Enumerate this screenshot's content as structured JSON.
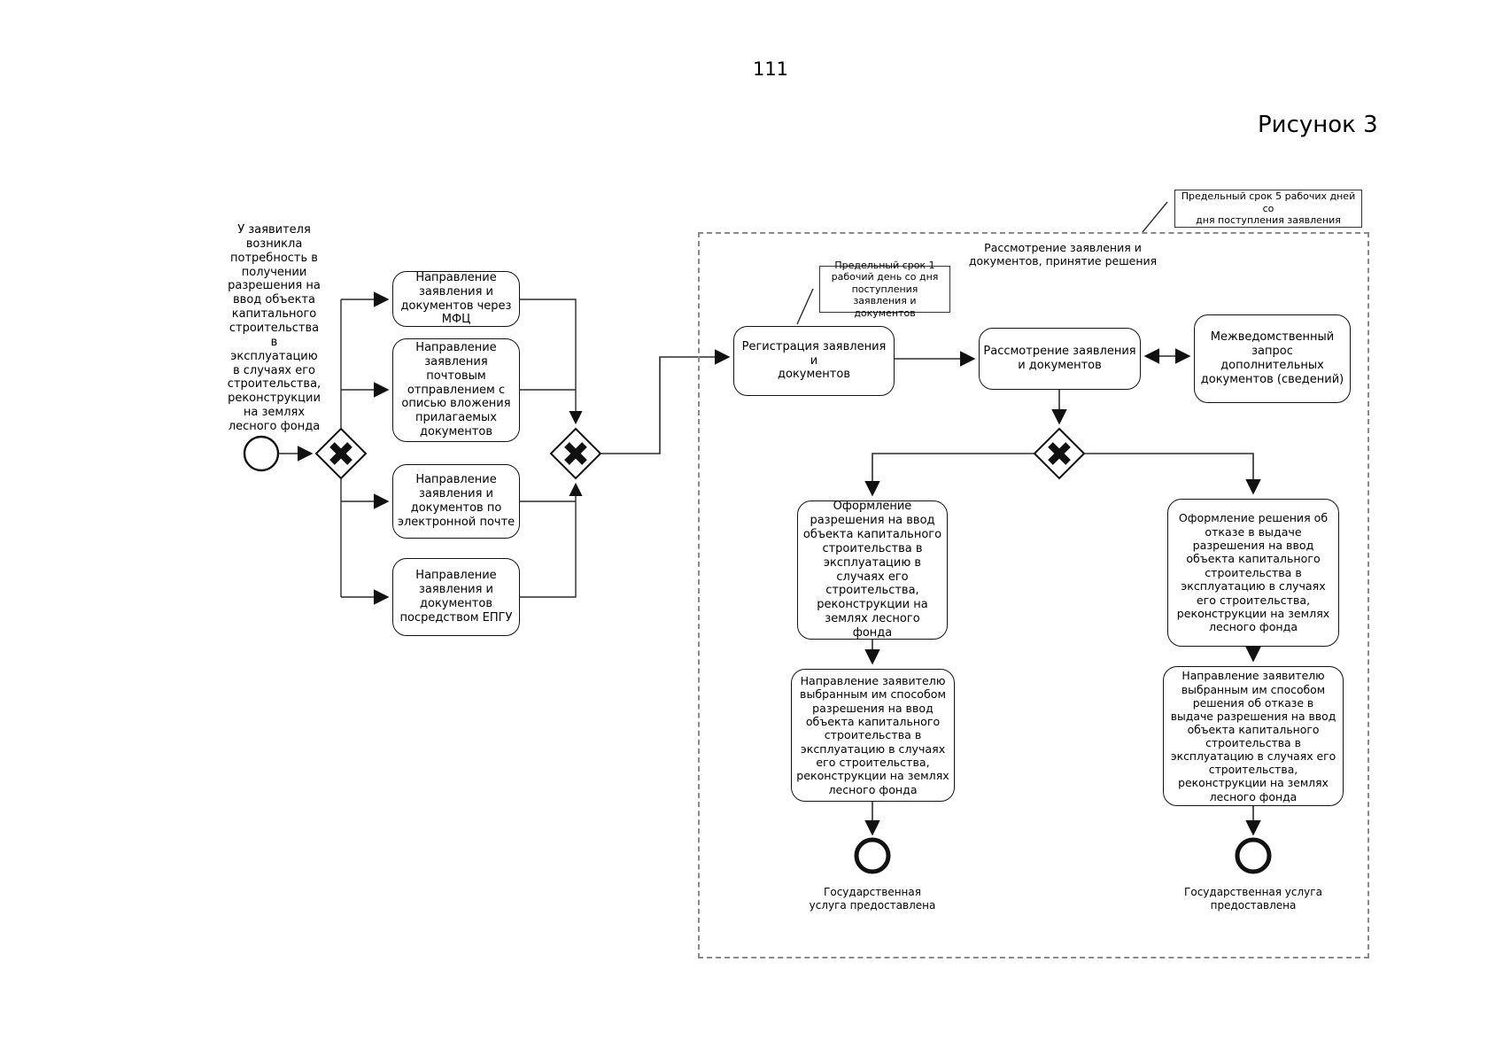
{
  "page": {
    "number": "111",
    "figure_label": "Рисунок 3"
  },
  "start_event": {
    "label": "У заявителя\nвозникла\nпотребность в\nполучении\nразрешения на\nввод объекта\nкапитального\nстроительства\nв\nэксплуатацию\nв случаях его\nстроительства,\nреконструкции\nна землях\nлесного фонда"
  },
  "channels": [
    {
      "label": "Направление\nзаявления и\nдокументов через\nМФЦ"
    },
    {
      "label": "Направление\nзаявления\nпочтовым\nотправлением с\nописью вложения\nприлагаемых\nдокументов"
    },
    {
      "label": "Направление\nзаявления и\nдокументов по\nэлектронной почте"
    },
    {
      "label": "Направление\nзаявления и\nдокументов\nпосредством ЕПГУ"
    }
  ],
  "subprocess": {
    "title": "Рассмотрение заявления и\nдокументов, принятие решения"
  },
  "annotations": {
    "five_days": "Предельный срок 5 рабочих дней со\nдня поступления заявления",
    "one_day": "Предельный срок 1\nрабочий день со дня\nпоступления заявления и\nдокументов"
  },
  "tasks": {
    "registration": "Регистрация заявления и\nдокументов",
    "review": "Рассмотрение заявления\nи документов",
    "interagency": "Межведомственный\nзапрос дополнительных\nдокументов (сведений)",
    "issue_permit": "Оформление\nразрешения на ввод\nобъекта капитального\nстроительства в\nэксплуатацию в\nслучаях его\nстроительства,\nреконструкции на\nземлях лесного\nфонда",
    "issue_refusal": "Оформление решения об\nотказе в выдаче\nразрешения на ввод\nобъекта капитального\nстроительства в\nэксплуатацию в случаях\nего строительства,\nреконструкции на землях\nлесного фонда",
    "send_permit": "Направление заявителю\nвыбранным им способом\nразрешения на ввод\nобъекта капитального\nстроительства в\nэксплуатацию в случаях\nего строительства,\nреконструкции на землях\nлесного фонда",
    "send_refusal": "Направление заявителю\nвыбранным им способом\nрешения об отказе в\nвыдаче разрешения на ввод\nобъекта капитального\nстроительства в\nэксплуатацию в случаях его\nстроительства,\nреконструкции на землях\nлесного фонда"
  },
  "end_events": {
    "left_label": "Государственная\nуслуга предоставлена",
    "right_label": "Государственная услуга\nпредоставлена"
  },
  "colors": {
    "line": "#2b2b2b",
    "shape_border": "#111111",
    "dashed_border": "#8a8a8a",
    "background": "#ffffff"
  }
}
